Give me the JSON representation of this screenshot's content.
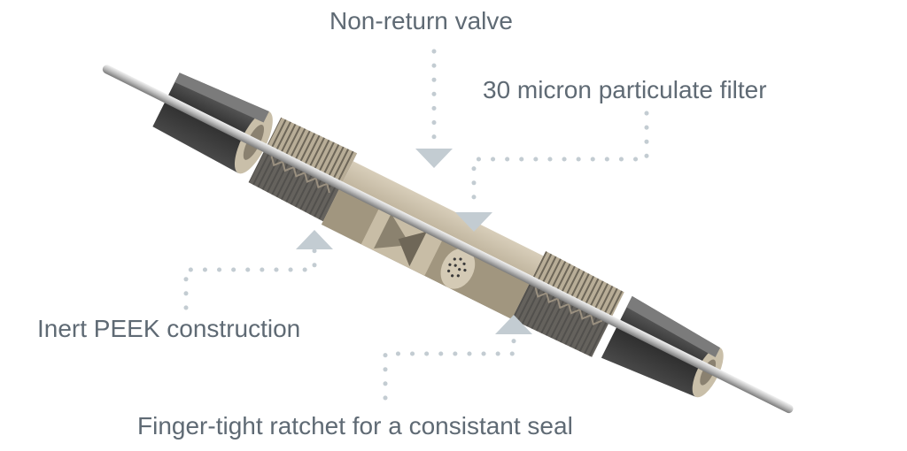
{
  "callouts": {
    "non_return_valve": "Non-return valve",
    "particulate_filter": "30 micron particulate filter",
    "peek_construction": "Inert PEEK construction",
    "ratchet_seal": "Finger-tight ratchet for a consistant seal"
  },
  "colors": {
    "label_text": "#5f6a74",
    "leader_dots": "#c3ccd2",
    "arrow": "#c3ccd2",
    "body_peek": "#b8ad97",
    "body_dark": "#3e3e3e",
    "tube": "#d9d9d9"
  }
}
